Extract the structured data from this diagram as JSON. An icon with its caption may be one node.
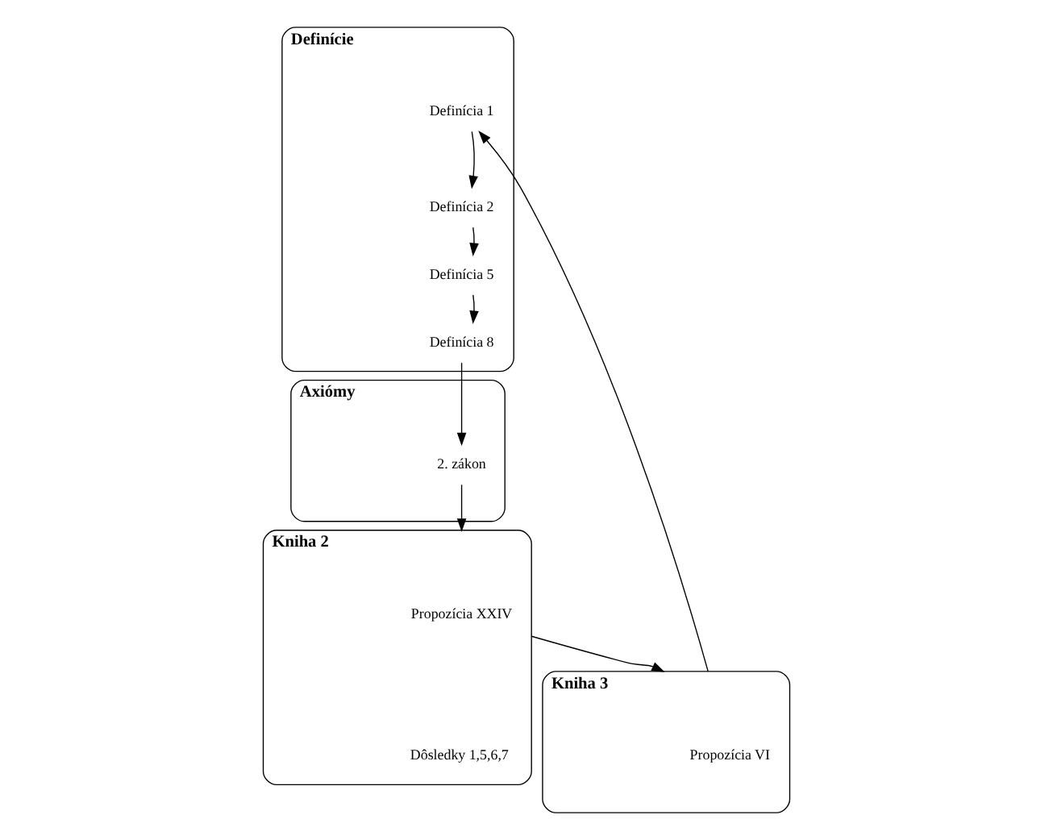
{
  "diagram": {
    "nodes": [
      {
        "text": [
          "Definície"
        ]
      },
      {
        "text": [
          "Definícia 1"
        ],
        "in": 0
      },
      {
        "text": [
          "Definícia 2"
        ],
        "in": 0
      },
      {
        "text": [
          "Definícia 5"
        ],
        "in": 0
      },
      {
        "text": [
          "Definícia 8"
        ],
        "in": 0
      },
      {
        "text": [
          "Axiómy"
        ]
      },
      {
        "text": [
          "2. zákon"
        ],
        "in": 5
      },
      {
        "text": [
          "Kniha 2"
        ]
      },
      {
        "text": [
          "Propozícia XXIV"
        ],
        "in": 7
      },
      {
        "text": [
          "Dôsledky 1,5,6,7"
        ],
        "in": 7
      },
      {
        "text": [
          "Kniha 3"
        ]
      },
      {
        "text": [
          "Propozícia VI"
        ],
        "in": 10
      }
    ],
    "edges": [
      {
        "from": 1,
        "to": 2,
        "arrow": "to"
      },
      {
        "from": 2,
        "to": 3,
        "arrow": "to"
      },
      {
        "from": 3,
        "to": 4,
        "arrow": "to"
      },
      {
        "from": 4,
        "to": 6,
        "arrow": "to"
      },
      {
        "from": 6,
        "to": 7,
        "arrow": "to"
      },
      {
        "from": 7,
        "to": 10,
        "arrow": "to"
      },
      {
        "from": 10,
        "to": 1,
        "arrow": "to"
      }
    ]
  }
}
